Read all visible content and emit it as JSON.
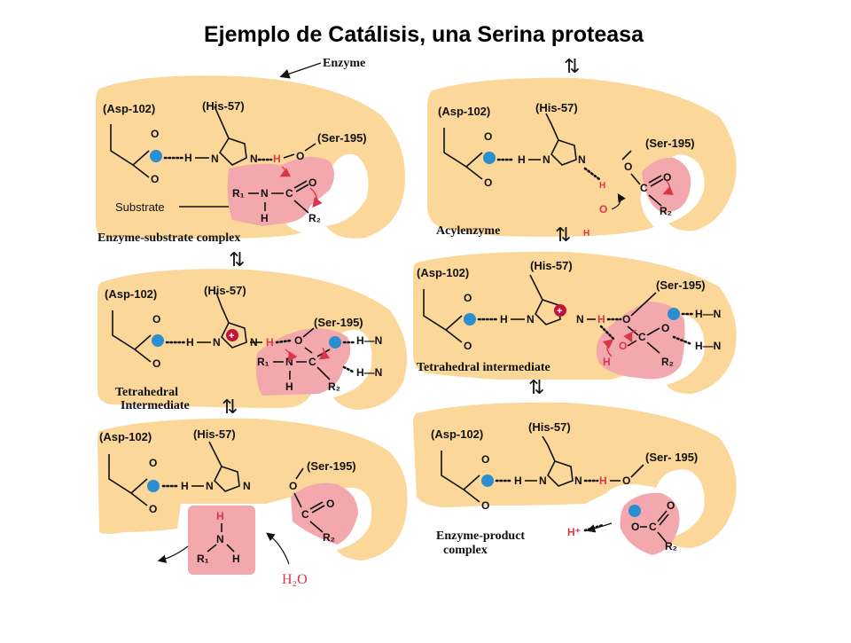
{
  "title": "Ejemplo de Catálisis, una Serina proteasa",
  "labels": {
    "enzyme": "Enzyme",
    "substrate": "Substrate",
    "es_complex": "Enzyme-substrate complex",
    "tetra1_a": "Tetrahedral",
    "tetra1_b": "Intermediate",
    "acylenzyme": "Acylenzyme",
    "tetra2": "Tetrahedral intermediate",
    "ep_a": "Enzyme-product",
    "ep_b": "complex"
  },
  "residues": {
    "asp": "(Asp-102)",
    "his": "(His-57)",
    "ser": "(Ser-195)",
    "ser_alt": "(Ser- 195)"
  },
  "atoms": {
    "O": "O",
    "N": "N",
    "H": "H",
    "C": "C",
    "R1": "R₁",
    "R2": "R₂",
    "minus": "−",
    "plus": "+",
    "h2o": "H₂O",
    "hplus": "H⁺",
    "HN": "H—N"
  },
  "colors": {
    "enzyme": "#fbd79a",
    "substrate": "#f2a8ad",
    "negative_charge": "#2a8fd0",
    "positive_charge": "#c0143c",
    "red_text": "#d9364a"
  },
  "arrow_symbol": "⇅"
}
